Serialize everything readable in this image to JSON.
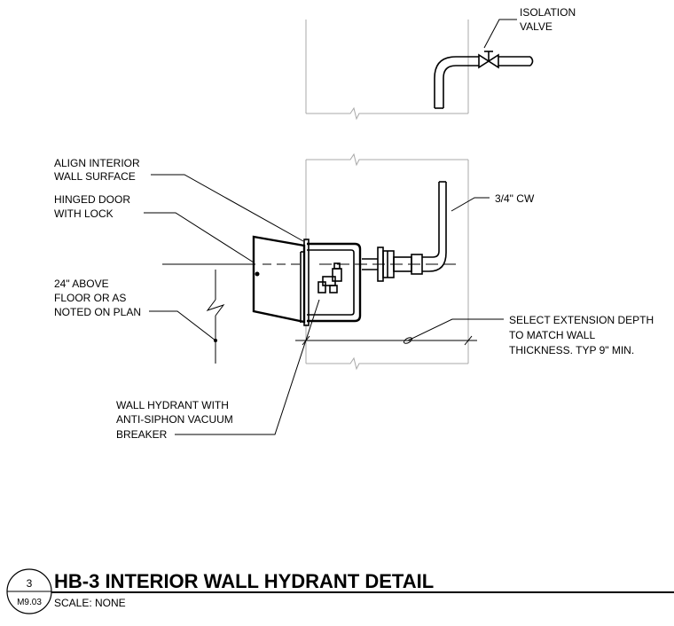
{
  "labels": {
    "isolation_valve": [
      "ISOLATION",
      "VALVE"
    ],
    "pipe_size": "3/4\" CW",
    "align_interior": [
      "ALIGN INTERIOR",
      "WALL SURFACE"
    ],
    "hinged_door": [
      "HINGED DOOR",
      "WITH LOCK"
    ],
    "mount_height": [
      "24\" ABOVE",
      "FLOOR OR AS",
      "NOTED ON PLAN"
    ],
    "extension_depth": [
      "SELECT EXTENSION DEPTH",
      "TO MATCH WALL",
      "THICKNESS. TYP 9\" MIN."
    ],
    "wall_hydrant": [
      "WALL HYDRANT WITH",
      "ANTI-SIPHON VACUUM",
      "BREAKER"
    ]
  },
  "title_block": {
    "detail_number": "3",
    "sheet_number": "M9.03",
    "title": "HB-3 INTERIOR WALL HYDRANT DETAIL",
    "scale": "SCALE: NONE"
  }
}
